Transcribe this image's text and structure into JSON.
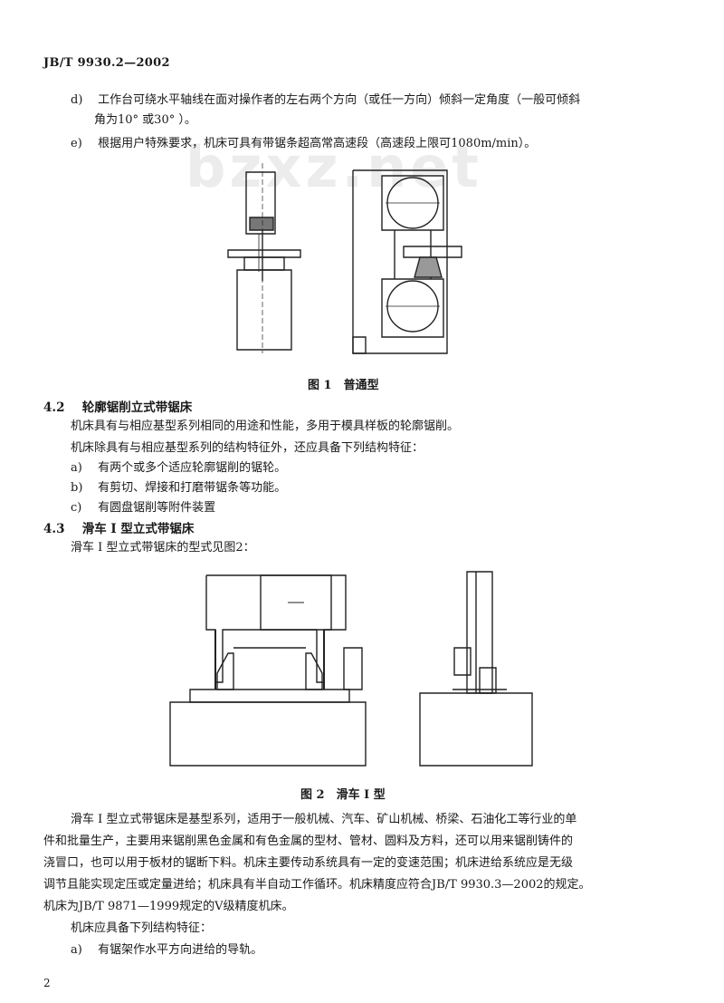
{
  "header": {
    "standard_code": "JB/T 9930.2—2002"
  },
  "watermark": "bzxz.net",
  "items_top": [
    {
      "label": "d)",
      "lines": [
        "工作台可绕水平轴线在面对操作者的左右两个方向（或任一方向）倾斜一定角度（一般可倾斜",
        "角为10° 或30° ）。"
      ]
    },
    {
      "label": "e)",
      "lines": [
        "根据用户特殊要求，机床可具有带锯条超高常高速段（高速段上限可1080m/min）。"
      ]
    }
  ],
  "figure1": {
    "caption": "图 1　普通型"
  },
  "section_4_2": {
    "number": "4.2",
    "title": "轮廓锯削立式带锯床",
    "paragraphs": [
      "机床具有与相应基型系列相同的用途和性能，多用于模具样板的轮廓锯削。",
      "机床除具有与相应基型系列的结构特征外，还应具备下列结构特征："
    ],
    "items": [
      {
        "label": "a)",
        "text": "有两个或多个适应轮廓锯削的锯轮。"
      },
      {
        "label": "b)",
        "text": "有剪切、焊接和打磨带锯条等功能。"
      },
      {
        "label": "c)",
        "text": "有圆盘锯削等附件装置"
      }
    ]
  },
  "section_4_3": {
    "number": "4.3",
    "title": "滑车 I 型立式带锯床",
    "intro": "滑车 I 型立式带锯床的型式见图2："
  },
  "figure2": {
    "caption": "图 2　滑车 I 型"
  },
  "body_paragraph": [
    "滑车 I 型立式带锯床是基型系列，适用于一般机械、汽车、矿山机械、桥梁、石油化工等行业的单",
    "件和批量生产，主要用来锯削黑色金属和有色金属的型材、管材、圆料及方料，还可以用来锯削铸件的",
    "浇冒口，也可以用于板材的锯断下料。机床主要传动系统具有一定的变速范围；机床进给系统应是无级",
    "调节且能实现定压或定量进给；机床具有半自动工作循环。机床精度应符合JB/T 9930.3—2002的规定。",
    "机床为JB/T 9871—1999规定的V级精度机床。"
  ],
  "structure_intro": "机床应具备下列结构特征：",
  "item_bottom": {
    "label": "a)",
    "text": "有锯架作水平方向进给的导轨。"
  },
  "page_number": "2"
}
